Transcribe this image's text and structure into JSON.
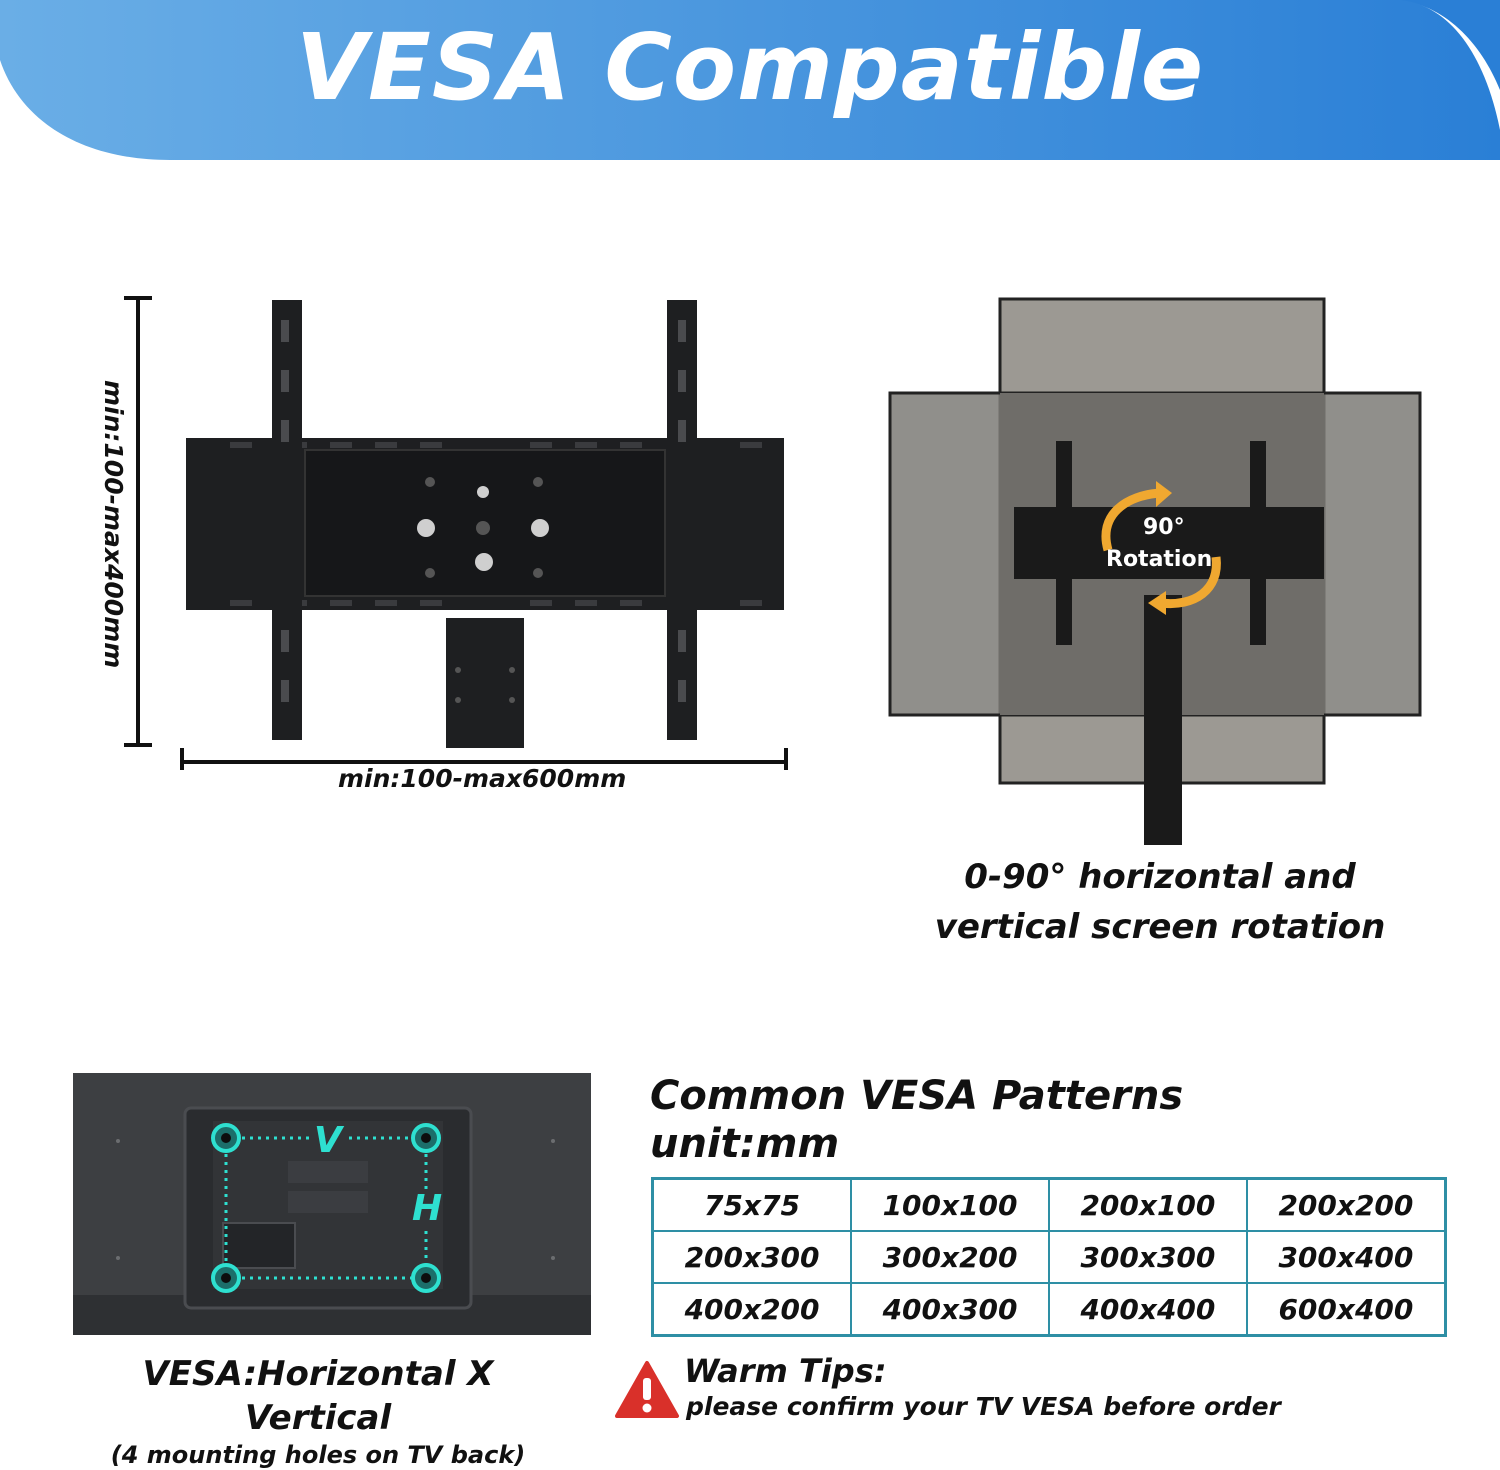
{
  "banner": {
    "title": "VESA Compatible",
    "color_start": "#6aaee6",
    "color_end": "#2a7fd6"
  },
  "bracket": {
    "width_range_label": "min:100-max600mm",
    "height_range_label": "min:100-max400mm"
  },
  "rotation": {
    "badge_degrees": "90°",
    "badge_word": "Rotation",
    "caption_line1": "0-90° horizontal and",
    "caption_line2": "vertical screen rotation",
    "arrow_color": "#f0a830"
  },
  "tv_back": {
    "v_label": "V",
    "h_label": "H",
    "accent_color": "#2ee0d0",
    "caption_line1": "VESA:Horizontal X Vertical",
    "caption_line2": "(4 mounting holes on TV back)"
  },
  "patterns": {
    "heading_line1": "Common VESA Patterns",
    "heading_line2": "unit:mm",
    "border_color": "#2e8fa5",
    "rows": [
      [
        "75x75",
        "100x100",
        "200x100",
        "200x200"
      ],
      [
        "200x300",
        "300x200",
        "300x300",
        "300x400"
      ],
      [
        "400x200",
        "400x300",
        "400x400",
        "600x400"
      ]
    ]
  },
  "tips": {
    "title": "Warm Tips:",
    "body": "please confirm your TV VESA before order",
    "warning_color": "#d9302a",
    "icon": "warning-triangle-icon"
  }
}
